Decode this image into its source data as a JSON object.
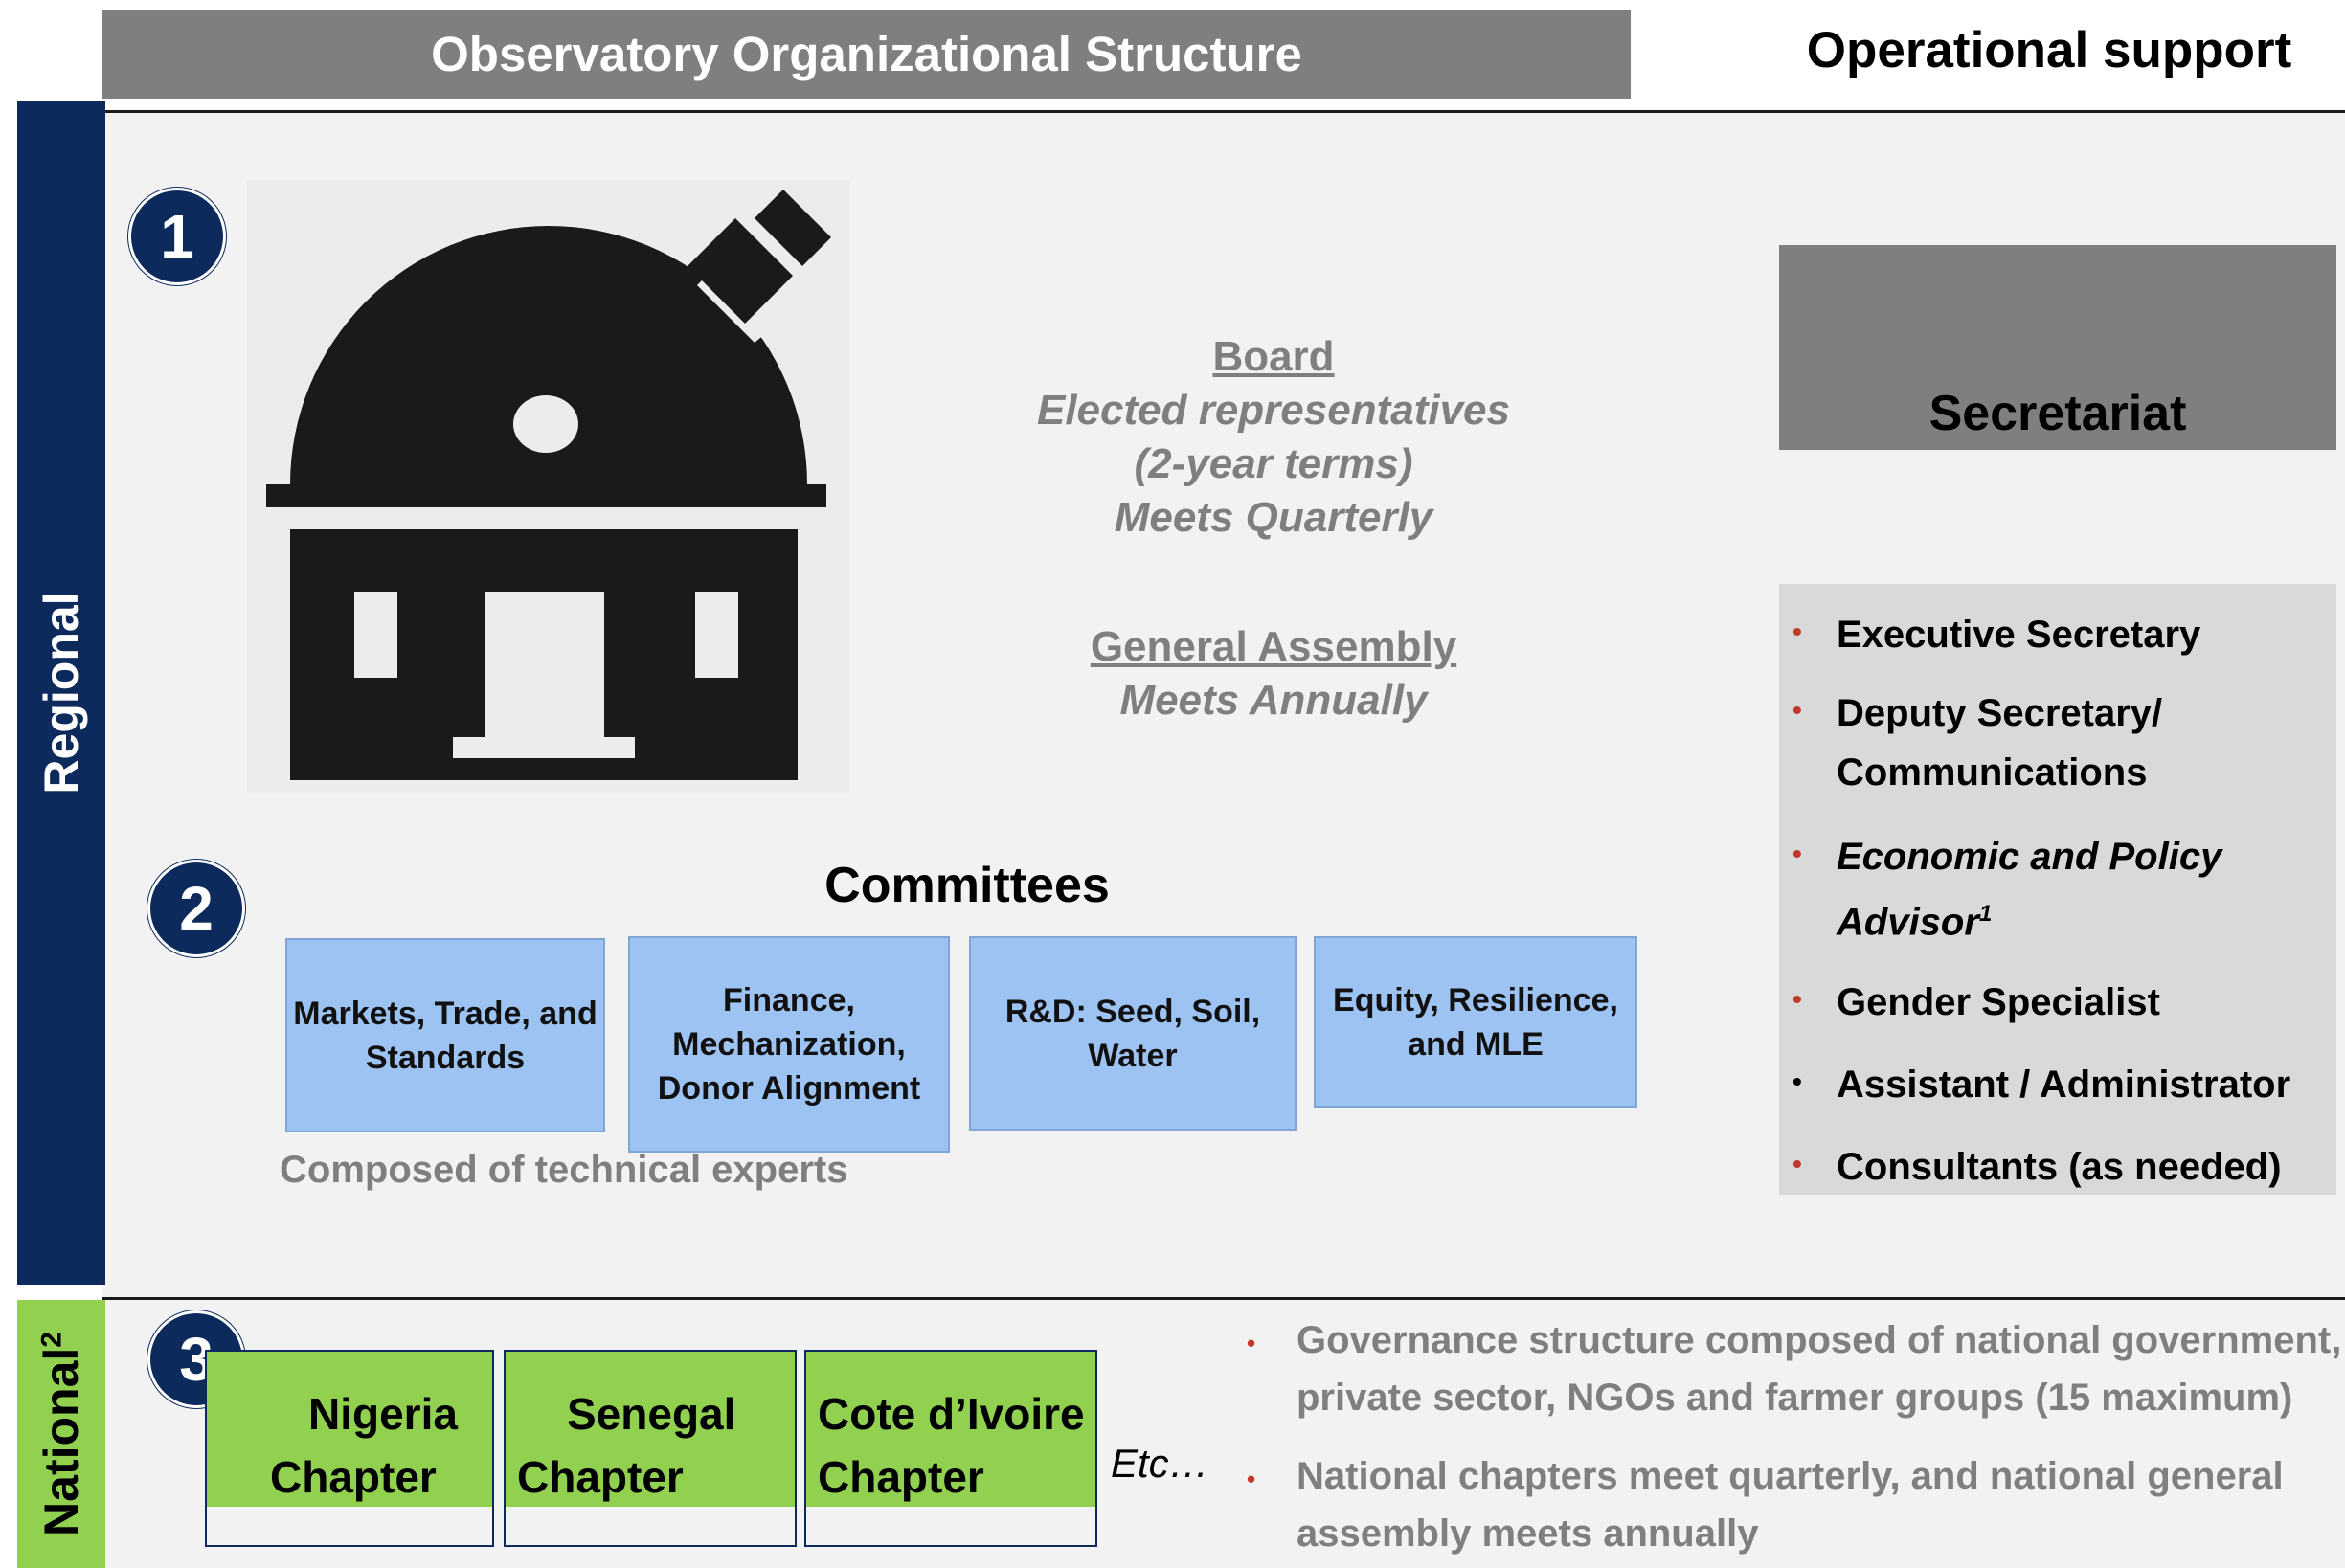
{
  "header": {
    "title": "Observatory Organizational Structure",
    "ops_title": "Operational support"
  },
  "sides": {
    "regional": "Regional",
    "national": "National",
    "national_sup": "2"
  },
  "tiers": [
    "1",
    "2",
    "3"
  ],
  "board": {
    "title": "Board",
    "line1": "Elected representatives",
    "line2": "(2-year terms)",
    "line3": "Meets Quarterly"
  },
  "assembly": {
    "title": "General Assembly",
    "line1": "Meets Annually"
  },
  "committees": {
    "title": "Committees",
    "items": [
      "Markets, Trade, and Standards",
      "Finance, Mechanization, Donor Alignment",
      "R&D: Seed, Soil, Water",
      "Equity, Resilience, and MLE"
    ],
    "note": "Composed of technical experts"
  },
  "secretariat": {
    "title": "Secretariat",
    "staff": [
      "Executive Secretary",
      "Deputy Secretary/",
      "Communications",
      "Economic and Policy",
      "Advisor",
      "1",
      "Gender Specialist",
      "Assistant / Administrator",
      "Consultants (as needed)"
    ]
  },
  "national": {
    "chapters": [
      {
        "line1": "Nigeria",
        "line2": "Chapter"
      },
      {
        "line1": "Senegal",
        "line2": "Chapter"
      },
      {
        "line1": "Cote d’Ivoire",
        "line2": "Chapter"
      }
    ],
    "etc": "Etc…",
    "bullets": [
      "Governance structure composed of national government,",
      "private sector, NGOs and farmer groups (15 maximum)",
      "National chapters meet quarterly, and national general",
      "assembly meets annually"
    ]
  },
  "colors": {
    "navy": "#0d2a5c",
    "header_gray": "#7f7f7f",
    "committee_blue": "#9dc3f2",
    "chapter_green": "#92d050",
    "bullet_red": "#c0392b"
  }
}
